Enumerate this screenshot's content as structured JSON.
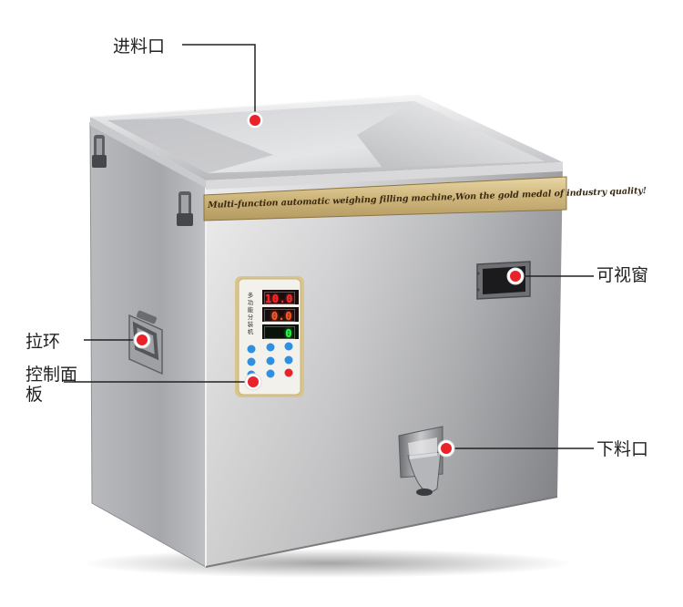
{
  "callouts": {
    "inlet": "进料口",
    "viewing_window": "可视窗",
    "pull_ring": "拉环",
    "control_panel": "控制面板",
    "outlet": "下料口"
  },
  "banner": {
    "text": "Multi-function automatic weighing filling machine,Won the gold medal of industry quality!"
  },
  "control_panel": {
    "brand_vertical": "多功能分装机",
    "readout_top": "10.0",
    "readout_middle": "0.0",
    "readout_bottom": "0"
  },
  "colors": {
    "marker_red": "#e8232a",
    "steel_light": "#dcdcde",
    "steel_dark": "#8a8b8f",
    "banner_gold": "#cdb47a",
    "display_red": "#ff2a2a",
    "display_green": "#2aff4a",
    "button_blue": "#2f8fe0"
  }
}
